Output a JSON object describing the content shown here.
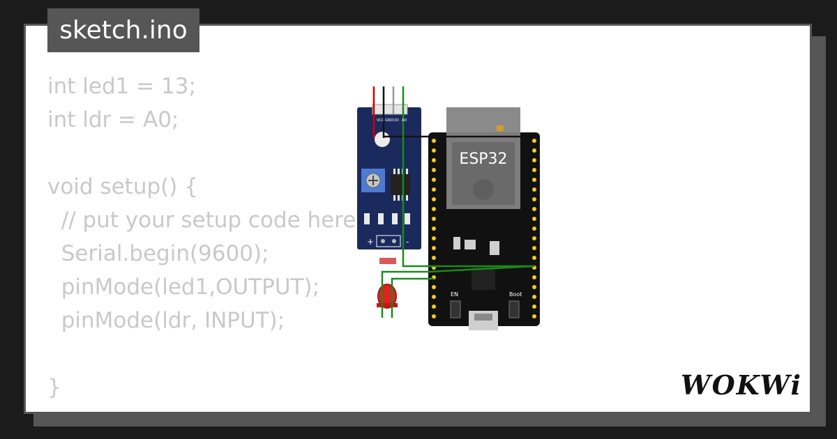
{
  "window": {
    "tab_title": "sketch.ino"
  },
  "code": {
    "lines": [
      "int led1 = 13;",
      "int ldr = A0;",
      "",
      "void setup() {",
      "  // put your setup code here,",
      "  Serial.begin(9600);",
      "  pinMode(led1,OUTPUT);",
      "  pinMode(ldr, INPUT);",
      "",
      "}"
    ]
  },
  "diagram": {
    "board_label": "ESP32",
    "sensor_pin_labels": [
      "VCC",
      "GND",
      "DO",
      "AO"
    ],
    "sensor_power_label": "+",
    "sensor_ground_label": "-",
    "board_button_en": "EN",
    "board_button_boot": "Boot",
    "wire_colors": {
      "red": "#d40000",
      "black": "#111111",
      "gray": "#9a9a9a",
      "green": "#1a8a1a"
    }
  },
  "brand": {
    "logo": "WOKWi"
  }
}
